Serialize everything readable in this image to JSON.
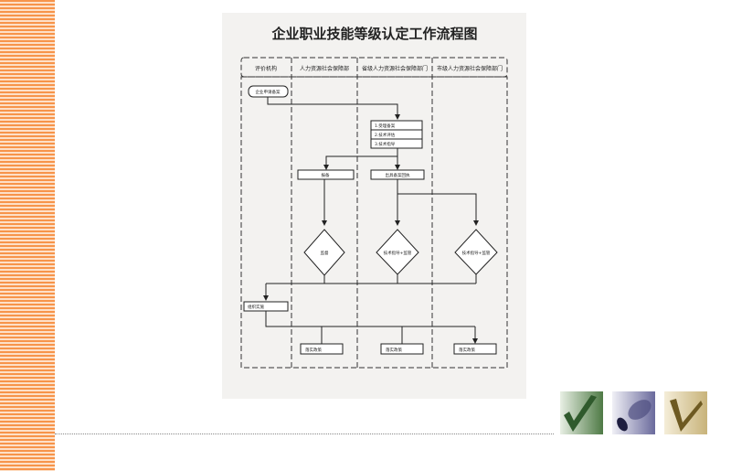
{
  "title": "企业职业技能等级认定工作流程图",
  "lanes": [
    "评价机构",
    "人力资源社会保障部",
    "省级人力资源社会保障部门",
    "市级人力资源社会保障部门"
  ],
  "nodes": {
    "apply": "企业申请备案",
    "steps": [
      "1.受理备案",
      "2.技术评估",
      "3.技术指导"
    ],
    "report": "报备",
    "receipt": "出具备案回执",
    "supervise": "监督",
    "guide_province": "技术指导+监管",
    "guide_city": "技术指导+监管",
    "implement": "组织实施",
    "policy": [
      "落实政策",
      "落实政策",
      "落实政策"
    ]
  },
  "icons": [
    "green-checkmark-icon",
    "blue-disc-icon",
    "gold-checkmark-icon"
  ]
}
